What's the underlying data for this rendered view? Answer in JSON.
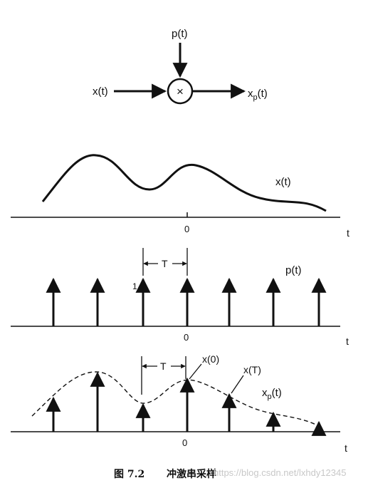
{
  "block_diagram": {
    "input_label": "x(t)",
    "modulator_label": "p(t)",
    "output_label_main": "x",
    "output_label_sub": "p",
    "output_label_tail": "(t)",
    "multiplier_symbol": "×"
  },
  "panel_x": {
    "signal_label": "x(t)",
    "axis_label": "t",
    "origin_label": "0"
  },
  "panel_p": {
    "signal_label": "p(t)",
    "axis_label": "t",
    "origin_label": "0",
    "period_label": "T",
    "amplitude_label": "1",
    "impulse_count": 7
  },
  "panel_xp": {
    "signal_label_main": "x",
    "signal_label_sub": "p",
    "signal_label_tail": "(t)",
    "axis_label": "t",
    "origin_label": "0",
    "period_label": "T",
    "sample_label_0": "x(0)",
    "sample_label_T": "x(T)"
  },
  "caption": {
    "figure_number": "图 7.2",
    "title": "冲激串采样",
    "watermark": "https://blog.csdn.net/lxhdy12345"
  }
}
